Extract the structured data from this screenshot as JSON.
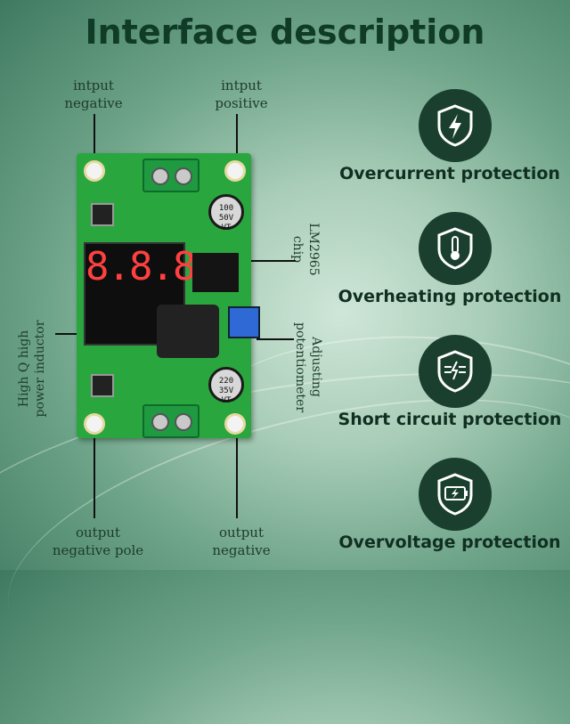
{
  "title": "Interface description",
  "labels": {
    "input_negative": "intput\nnegative",
    "input_positive": "intput\npositive",
    "chip": "LM2965\nchip",
    "potentiometer": "Adjusting\npotentiometer",
    "inductor": "High Q high\npower inductor",
    "output_negative_pole": "output\nnegative pole",
    "output_negative": "output\nnegative"
  },
  "display": {
    "value": "8.8.8."
  },
  "capacitors": {
    "top": "100\n50V\nVT",
    "bottom": "220\n35V\nVT"
  },
  "protections": [
    {
      "label": "Overcurrent protection",
      "icon": "shield-lightning-icon"
    },
    {
      "label": "Overheating protection",
      "icon": "thermometer-icon"
    },
    {
      "label": "Short circuit protection",
      "icon": "short-circuit-icon"
    },
    {
      "label": "Overvoltage protection",
      "icon": "battery-bolt-icon"
    }
  ],
  "colors": {
    "title": "#0f3b27",
    "badge": "#1a3f2e",
    "pcb": "#2aa63f"
  }
}
